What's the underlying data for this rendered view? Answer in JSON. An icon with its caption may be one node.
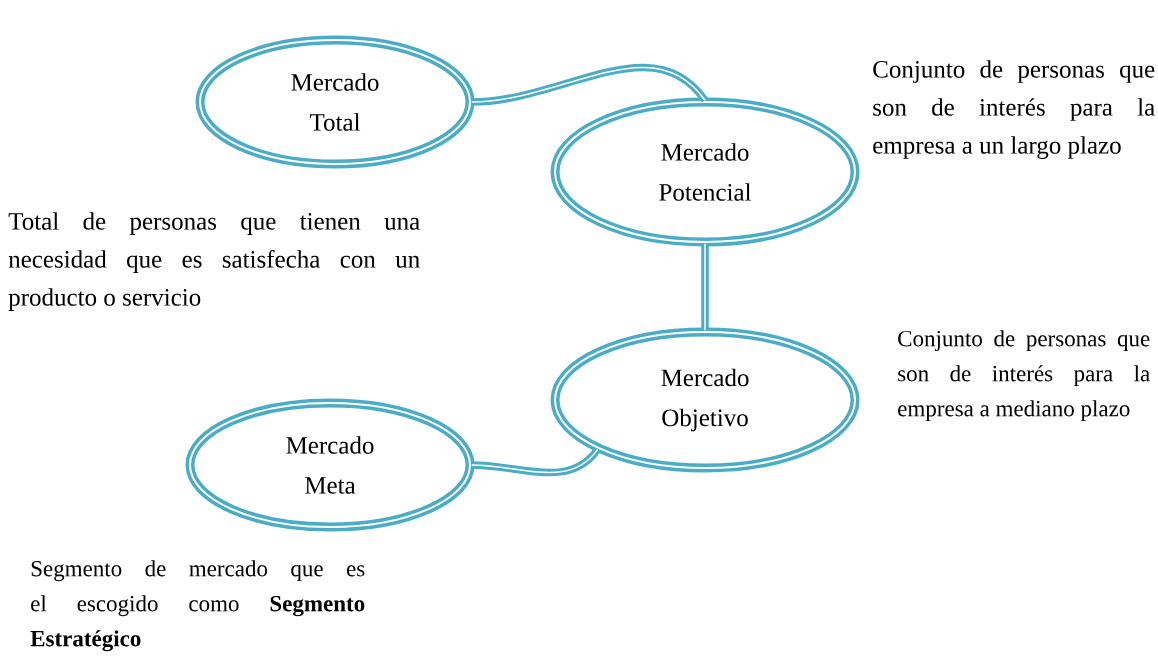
{
  "diagram": {
    "nodes": [
      {
        "text": [
          "Mercado Total"
        ],
        "beside": [
          "Total de personas que tienen una necesidad que es satisfecha con un producto o servicio"
        ]
      },
      {
        "text": [
          "Mercado Potencial"
        ],
        "beside": [
          "Conjunto de personas que son de interés para la empresa a un largo plazo"
        ]
      },
      {
        "text": [
          "Mercado Objetivo"
        ],
        "beside": [
          "Conjunto de personas que son de interés para la empresa a mediano plazo"
        ]
      },
      {
        "text": [
          "Mercado Meta"
        ],
        "beside": [
          "Segmento de mercado que es el escogido como **Segmento Estratégico**"
        ]
      }
    ],
    "edges": [
      {
        "from": 0,
        "to": 1,
        "arrow": "none"
      },
      {
        "from": 1,
        "to": 2,
        "arrow": "none"
      },
      {
        "from": 2,
        "to": 3,
        "arrow": "none"
      }
    ]
  }
}
